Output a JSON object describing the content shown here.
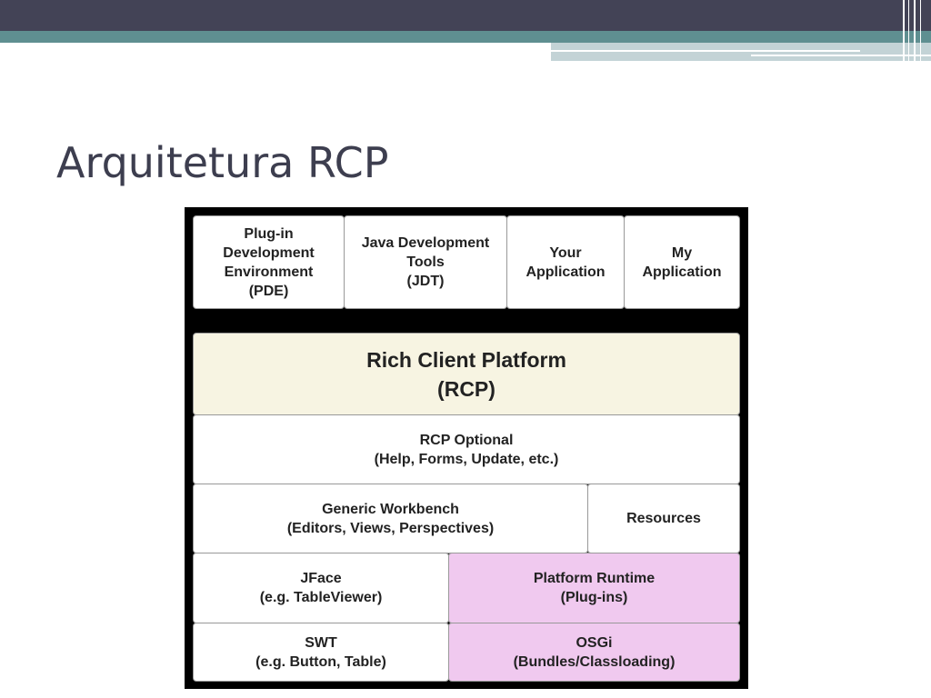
{
  "slide": {
    "title": "Arquitetura RCP"
  },
  "diagram": {
    "pde": [
      "Plug-in",
      "Development",
      "Environment",
      "(PDE)"
    ],
    "jdt": [
      "Java Development",
      "Tools",
      "(JDT)"
    ],
    "your_app": [
      "Your",
      "Application"
    ],
    "my_app": [
      "My",
      "Application"
    ],
    "rcp": [
      "Rich Client Platform",
      "(RCP)"
    ],
    "rcp_optional": [
      "RCP Optional",
      "(Help, Forms, Update, etc.)"
    ],
    "workbench": [
      "Generic Workbench",
      "(Editors, Views, Perspectives)"
    ],
    "resources": [
      "Resources"
    ],
    "jface": [
      "JFace",
      "(e.g. TableViewer)"
    ],
    "runtime": [
      "Platform Runtime",
      "(Plug-ins)"
    ],
    "swt": [
      "SWT",
      "(e.g. Button, Table)"
    ],
    "osgi": [
      "OSGi",
      "(Bundles/Classloading)"
    ],
    "colors": {
      "rcp": "#f7f4e2",
      "runtime": "#f0c9ef",
      "background": "#000000"
    }
  }
}
